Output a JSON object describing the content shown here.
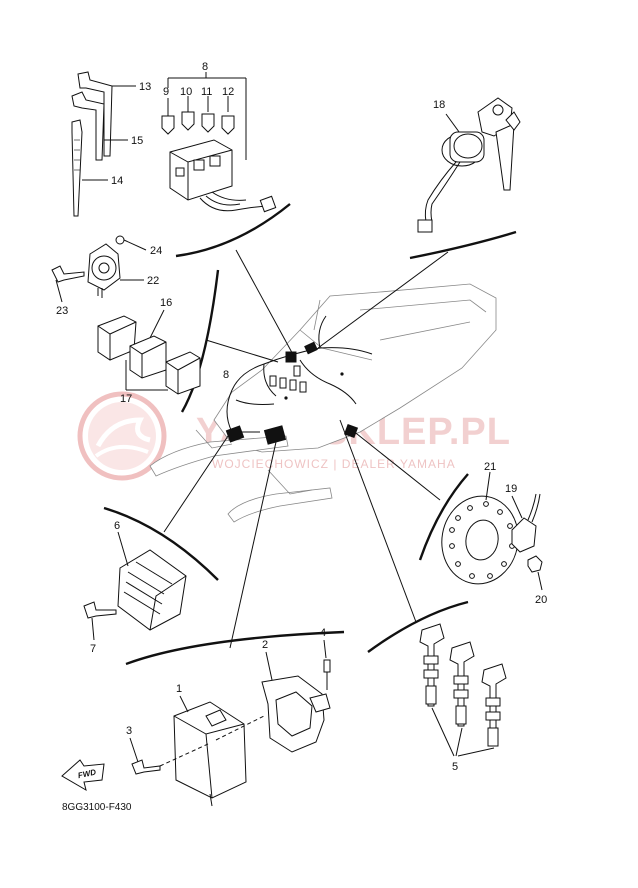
{
  "diagram_code": "8GG3100-F430",
  "fwd_label": "FWD",
  "watermark": {
    "brand": "YAMA-SKLEP.PL",
    "subtitle": "WOJCIECHOWICZ | DEALER YAMAHA"
  },
  "callouts": [
    {
      "id": "c1",
      "label": "1"
    },
    {
      "id": "c2",
      "label": "2"
    },
    {
      "id": "c3",
      "label": "3"
    },
    {
      "id": "c4",
      "label": "4"
    },
    {
      "id": "c5",
      "label": "5"
    },
    {
      "id": "c6",
      "label": "6"
    },
    {
      "id": "c7",
      "label": "7"
    },
    {
      "id": "c8a",
      "label": "8"
    },
    {
      "id": "c8b",
      "label": "8"
    },
    {
      "id": "c9",
      "label": "9"
    },
    {
      "id": "c10",
      "label": "10"
    },
    {
      "id": "c11",
      "label": "11"
    },
    {
      "id": "c12",
      "label": "12"
    },
    {
      "id": "c13",
      "label": "13"
    },
    {
      "id": "c14",
      "label": "14"
    },
    {
      "id": "c15",
      "label": "15"
    },
    {
      "id": "c16",
      "label": "16"
    },
    {
      "id": "c17",
      "label": "17"
    },
    {
      "id": "c18",
      "label": "18"
    },
    {
      "id": "c19",
      "label": "19"
    },
    {
      "id": "c20",
      "label": "20"
    },
    {
      "id": "c21",
      "label": "21"
    },
    {
      "id": "c22",
      "label": "22"
    },
    {
      "id": "c23",
      "label": "23"
    },
    {
      "id": "c24",
      "label": "24"
    }
  ]
}
